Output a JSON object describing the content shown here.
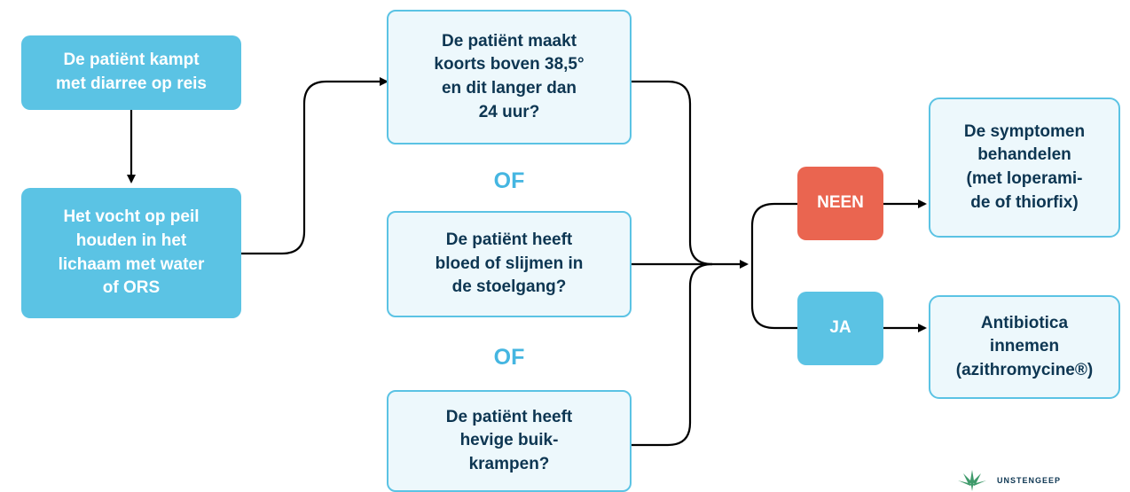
{
  "colors": {
    "solid_box": "#5bc3e4",
    "outline_border": "#5bc3e4",
    "outline_fill": "#edf8fc",
    "dark_text": "#0d3652",
    "or_text": "#45b6e1",
    "neen": "#ea6550",
    "ja": "#5bc3e4",
    "line": "#000000"
  },
  "steps": {
    "start": "De patiënt kampt\nmet diarree op reis",
    "hydrate": "Het vocht op peil\nhouden in het\nlichaam met water\nof ORS"
  },
  "questions": [
    "De patiënt maakt\nkoorts boven 38,5°\nen dit langer dan\n24 uur?",
    "De patiënt heeft\nbloed of slijmen in\nde stoelgang?",
    "De patiënt heeft\nhevige buik-\nkrampen?"
  ],
  "or_label": "OF",
  "answers": {
    "no": "NEEN",
    "yes": "JA"
  },
  "outcomes": {
    "no": "De symptomen\nbehandelen\n(met loperami-\nde of thiorfix)",
    "yes": "Antibiotica\ninnemen\n(azithromycine®)"
  },
  "logo": {
    "icon": "cannabis-leaf-icon",
    "text": "UNSTENGEEP"
  }
}
